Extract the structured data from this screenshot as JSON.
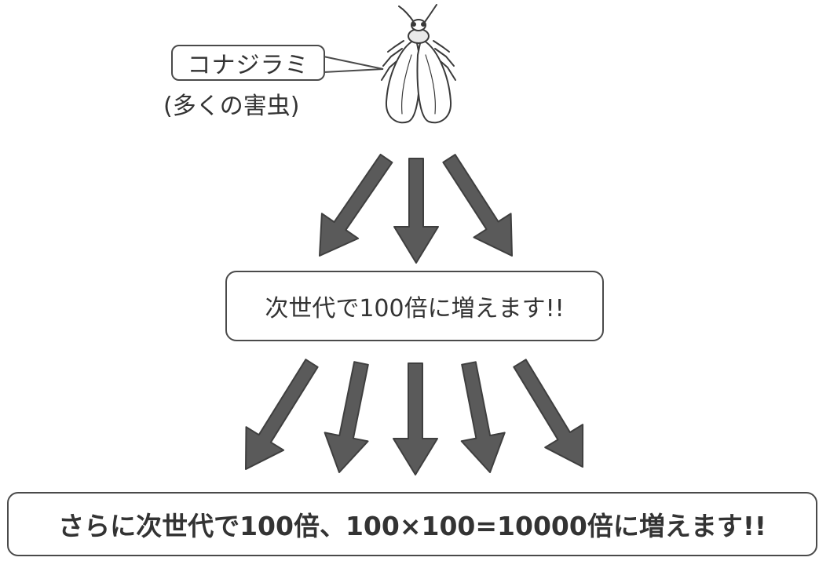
{
  "insect": {
    "name": "コナジラミ",
    "note": "(多くの害虫)",
    "icon": "whitefly-icon"
  },
  "step1": {
    "text": "次世代で100倍に増えます!!"
  },
  "step2": {
    "text": "さらに次世代で100倍、100×100=10000倍に増えます!!"
  },
  "colors": {
    "arrow": "#5a5a5a",
    "arrow_stroke": "#3f3f3f",
    "outline": "#4a4a4a",
    "text": "#333333"
  }
}
